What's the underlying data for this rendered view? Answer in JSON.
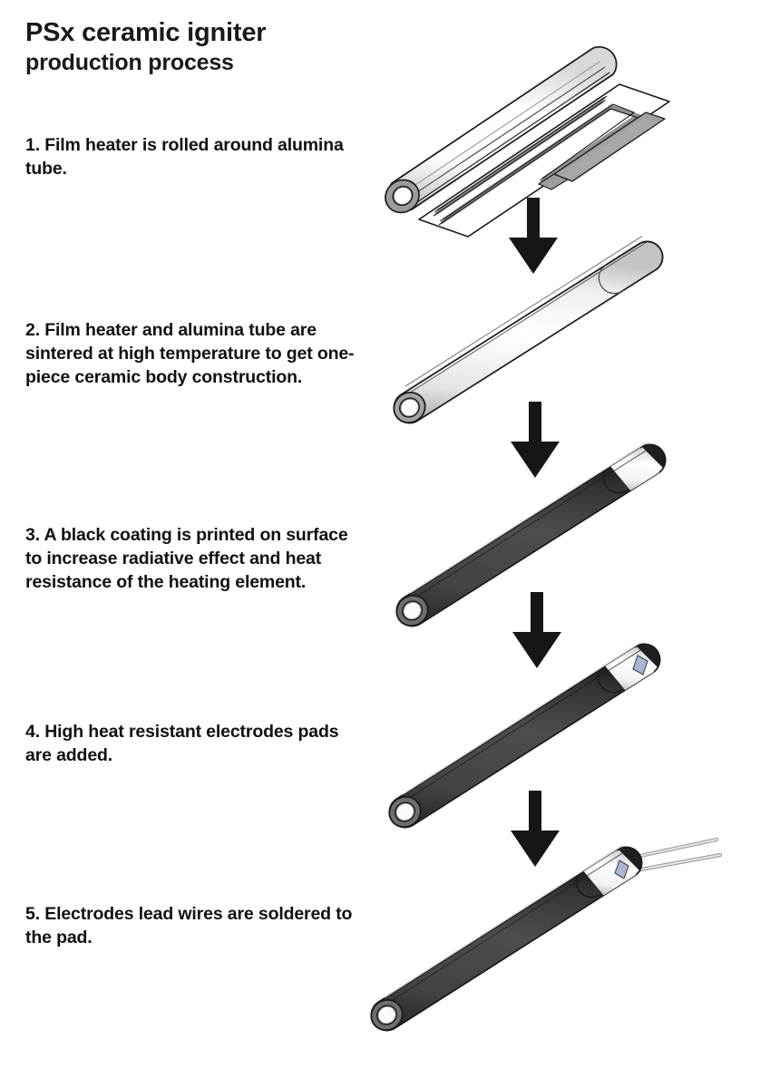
{
  "document": {
    "title_line1": "PSx ceramic igniter",
    "title_line2": "production process",
    "background_color": "#ffffff",
    "text_color": "#111111"
  },
  "steps": [
    {
      "number": "1",
      "text": "1. Film heater is rolled around alumina tube.",
      "figure_name": "film-heater-rolled-around-alumina-tube",
      "figure_description": "White alumina tube with a flat film heater sheet showing a serpentine resistive trace and a gray rectangular electrode pad",
      "colors": {
        "tube": "#ffffff",
        "trace": "#9a9a9a",
        "pad": "#a0a0a0",
        "outline": "#1a1a1a"
      }
    },
    {
      "number": "2",
      "text": "2. Film heater and alumina tube are sintered at high temperature to get one-piece ceramic body construction.",
      "figure_name": "sintered-one-piece-ceramic-body",
      "figure_description": "Smooth white ceramic cylinder with a seam line near the upper end and an open annular bore at the lower end",
      "colors": {
        "body": "#f2f2f2",
        "bore": "#8c8c8c",
        "outline": "#1a1a1a"
      }
    },
    {
      "number": "3",
      "text": "3. A black coating is printed on surface to increase radiative effect and heat resistance of the heating element.",
      "figure_name": "black-coating-printed-on-surface",
      "figure_description": "Cylinder with dark black coating over most of its length and a white uncoated tip at the upper end",
      "colors": {
        "coating": "#3b3b3b",
        "tip": "#efefef",
        "bore": "#8c8c8c",
        "outline": "#1a1a1a"
      }
    },
    {
      "number": "4",
      "text": "4. High heat resistant electrodes pads are added.",
      "figure_name": "electrode-pads-added",
      "figure_description": "Black coated cylinder with a white tip carrying a small light blue-gray electrode pad",
      "colors": {
        "coating": "#3b3b3b",
        "tip": "#efefef",
        "pad": "#a8b4d0",
        "outline": "#1a1a1a"
      }
    },
    {
      "number": "5",
      "text": "5. Electrodes lead wires are soldered to the pad.",
      "figure_name": "lead-wires-soldered-to-pad",
      "figure_description": "Black coated cylinder with white tip, electrode pad and two thin metal lead wires extending to the upper right",
      "colors": {
        "coating": "#3b3b3b",
        "tip": "#efefef",
        "pad": "#a8b4d0",
        "wire": "#d8d8d8",
        "outline": "#1a1a1a"
      }
    }
  ],
  "arrows": [
    {
      "label": "step-1-to-step-2",
      "direction": "down",
      "color": "#161616"
    },
    {
      "label": "step-2-to-step-3",
      "direction": "down",
      "color": "#161616"
    },
    {
      "label": "step-3-to-step-4",
      "direction": "down",
      "color": "#161616"
    },
    {
      "label": "step-4-to-step-5",
      "direction": "down",
      "color": "#161616"
    }
  ]
}
